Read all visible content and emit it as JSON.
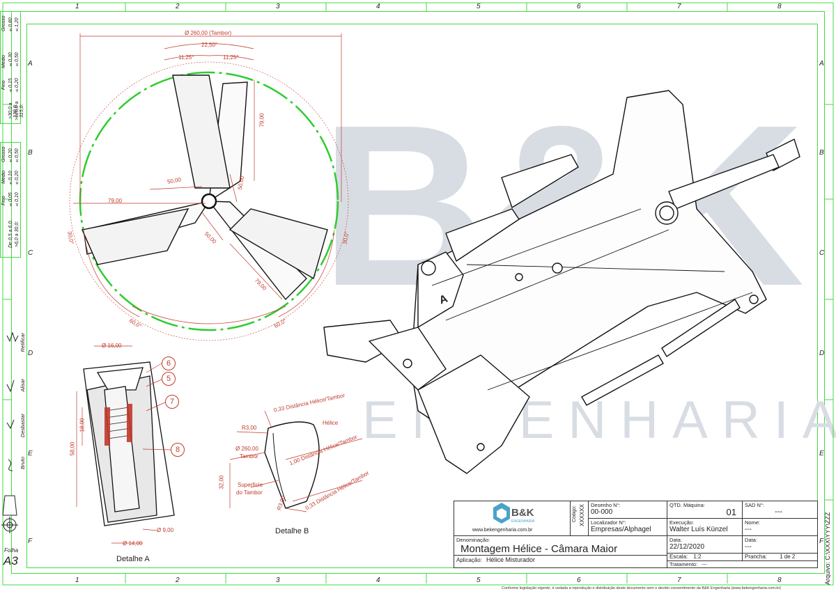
{
  "grid": {
    "columns": [
      "1",
      "2",
      "3",
      "4",
      "5",
      "6",
      "7",
      "8"
    ],
    "rows": [
      "A",
      "B",
      "C",
      "D",
      "E",
      "F"
    ]
  },
  "tolerance_table_1": {
    "header": [
      "Fino",
      "Médio",
      "Grosso"
    ],
    "rows": [
      {
        "range": ">30,0 a 120,0:",
        "values": [
          "±0,15",
          "±0,30",
          "±0,80"
        ]
      },
      {
        "range": ">120,0 a 315,0:",
        "values": [
          "±0,20",
          "±0,50",
          "±1,20"
        ]
      }
    ]
  },
  "tolerance_table_2": {
    "header": [
      "Fino",
      "Médio",
      "Grosso"
    ],
    "rows": [
      {
        "range": "De 0,5 a 6,0:",
        "values": [
          "±0,05",
          "±0,10",
          "±0,20"
        ]
      },
      {
        "range": ">6,0 a 30,0:",
        "values": [
          "±0,10",
          "±0,20",
          "±0,50"
        ]
      }
    ]
  },
  "finish_symbols": [
    "Retificar",
    "Alisar",
    "Desbastar",
    "Bruto"
  ],
  "sheet": {
    "label": "Folha",
    "size": "A3"
  },
  "watermark": {
    "logo": "B&K",
    "text": "ENGENHARIA"
  },
  "detail_top": {
    "dims": [
      "Ø 260,00 (Tambor)",
      "22,50°",
      "11,25°",
      "11,25°",
      "79,00",
      "50,00",
      "79,00",
      "50,00",
      "50,00",
      "79,00",
      "30,0°",
      "30,0°",
      "60,0°",
      "60,0°"
    ]
  },
  "detail_a": {
    "title": "Detalhe A",
    "dims": [
      "Ø 16,00",
      "18,00",
      "58,00",
      "Ø 14,00",
      "Ø 9,00"
    ],
    "callouts": [
      "6",
      "5",
      "7",
      "8"
    ]
  },
  "detail_b": {
    "title": "Detalhe B",
    "dims": [
      "0,33 Distância Hélice/Tambor",
      "R3,00",
      "Hélice",
      "Ø 260,00",
      "Tambor",
      "1,00 Distância Hélice/Tambor",
      "32,00",
      "Superfície",
      "do Tambor",
      "R3,00",
      "0,33 Distância Hélice/Tambor"
    ]
  },
  "iso_label": "A",
  "title_block": {
    "company": "B&K",
    "company_sub": "ENGENHARIA",
    "website": "www.bekengenharia.com.br",
    "codigo_label": "Código:",
    "codigo_value": "XXXXXX",
    "desenho_label": "Desenho N°:",
    "desenho_value": "00-000",
    "localizador_label": "Localizador N°:",
    "localizador_value": "Empresas/Alphagel",
    "qtd_label": "QTD. Máquina:",
    "qtd_value": "01",
    "sad_label": "SAD N°:",
    "sad_value": "---",
    "execucao_label": "Execução:",
    "execucao_value": "Walter Luís Künzel",
    "nome_label": "Nome:",
    "nome_value": "---",
    "denominacao_label": "Denominação:",
    "denominacao_value": "Montagem Hélice - Câmara Maior",
    "data1_label": "Data:",
    "data1_value": "22/12/2020",
    "data2_label": "Data:",
    "data2_value": "---",
    "escala_label": "Escala:",
    "escala_value": "1:2",
    "prancha_label": "Prancha:",
    "prancha_value": "1 de 2",
    "aplicacao_label": "Aplicação:",
    "aplicacao_value": "Hélice Misturador",
    "tratamento_label": "Tratamento:",
    "tratamento_value": "---",
    "arquivo": "Arquivo: C:\\XXX\\YYY\\ZZZ"
  },
  "footer": "Conforme legislação vigente, é vedada a reprodução e distribuição deste documento sem o devido consentimento da B&K Engenharia (www.bekengenharia.com.br)"
}
